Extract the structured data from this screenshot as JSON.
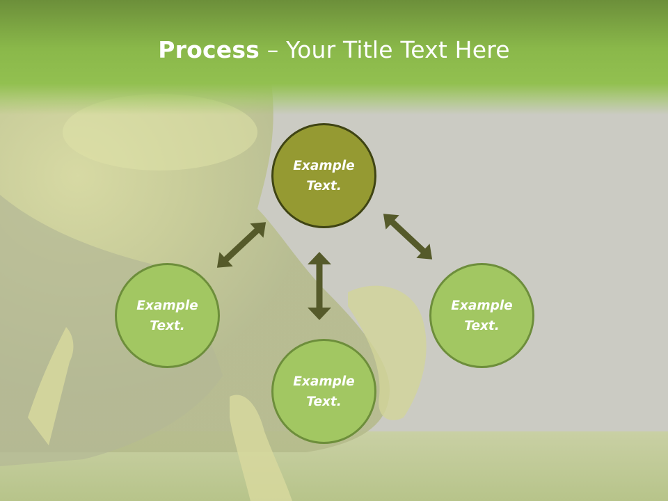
{
  "slide": {
    "title_bold": "Process",
    "title_rest": " – Your Title Text Here"
  },
  "diagram": {
    "nodes": [
      {
        "id": "top",
        "text": "Example\nText."
      },
      {
        "id": "left",
        "text": "Example\nText."
      },
      {
        "id": "right",
        "text": "Example\nText."
      },
      {
        "id": "bottom",
        "text": "Example\nText."
      }
    ]
  },
  "colors": {
    "header_green": "#8ab84a",
    "node_olive": "#959a32",
    "node_green": "#a2c762",
    "arrow": "#555a2a"
  }
}
